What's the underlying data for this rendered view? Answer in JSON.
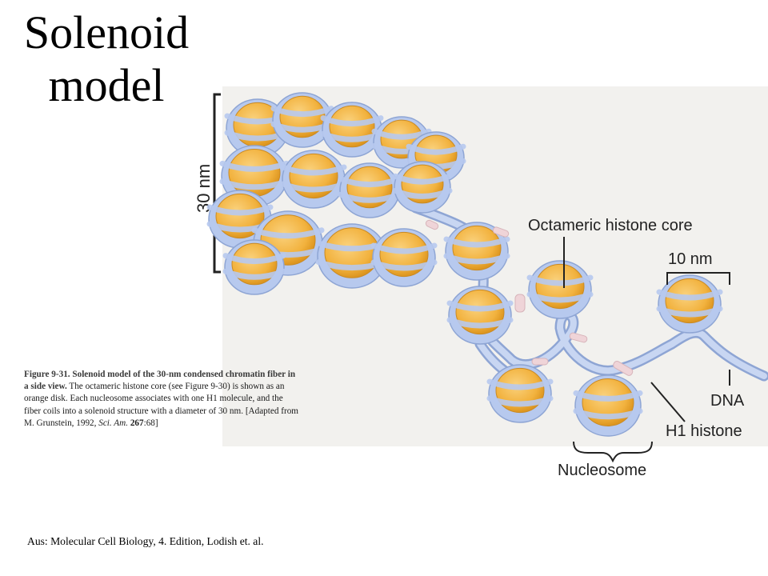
{
  "title": {
    "line1": "Solenoid",
    "line2": "model"
  },
  "labels": {
    "fiber_diameter": "30 nm",
    "core": "Octameric histone core",
    "nucleosome_diameter": "10 nm",
    "dna": "DNA",
    "h1": "H1 histone",
    "nucleosome": "Nucleosome"
  },
  "caption": {
    "lead": "Figure 9-31. Solenoid model of the 30-nm condensed chromatin fiber in a side view.",
    "body": "The octameric histone core (see Figure 9-30) is shown as an orange disk. Each nucleosome associates with one H1 molecule, and the fiber coils into a solenoid structure with a diameter of 30 nm. [Adapted from M. Grunstein, 1992,",
    "journal": "Sci. Am.",
    "volume": "267",
    "pages": ":68]"
  },
  "citation": "Aus:  Molecular Cell Biology, 4. Edition, Lodish et. al.",
  "colors": {
    "histone_core": "#f2b23e",
    "histone_highlight": "#fad27e",
    "dna": "#b7c9ee",
    "dna_edge": "#8ea5d4",
    "h1": "#efd4d8",
    "background": "#f2f1ee"
  }
}
